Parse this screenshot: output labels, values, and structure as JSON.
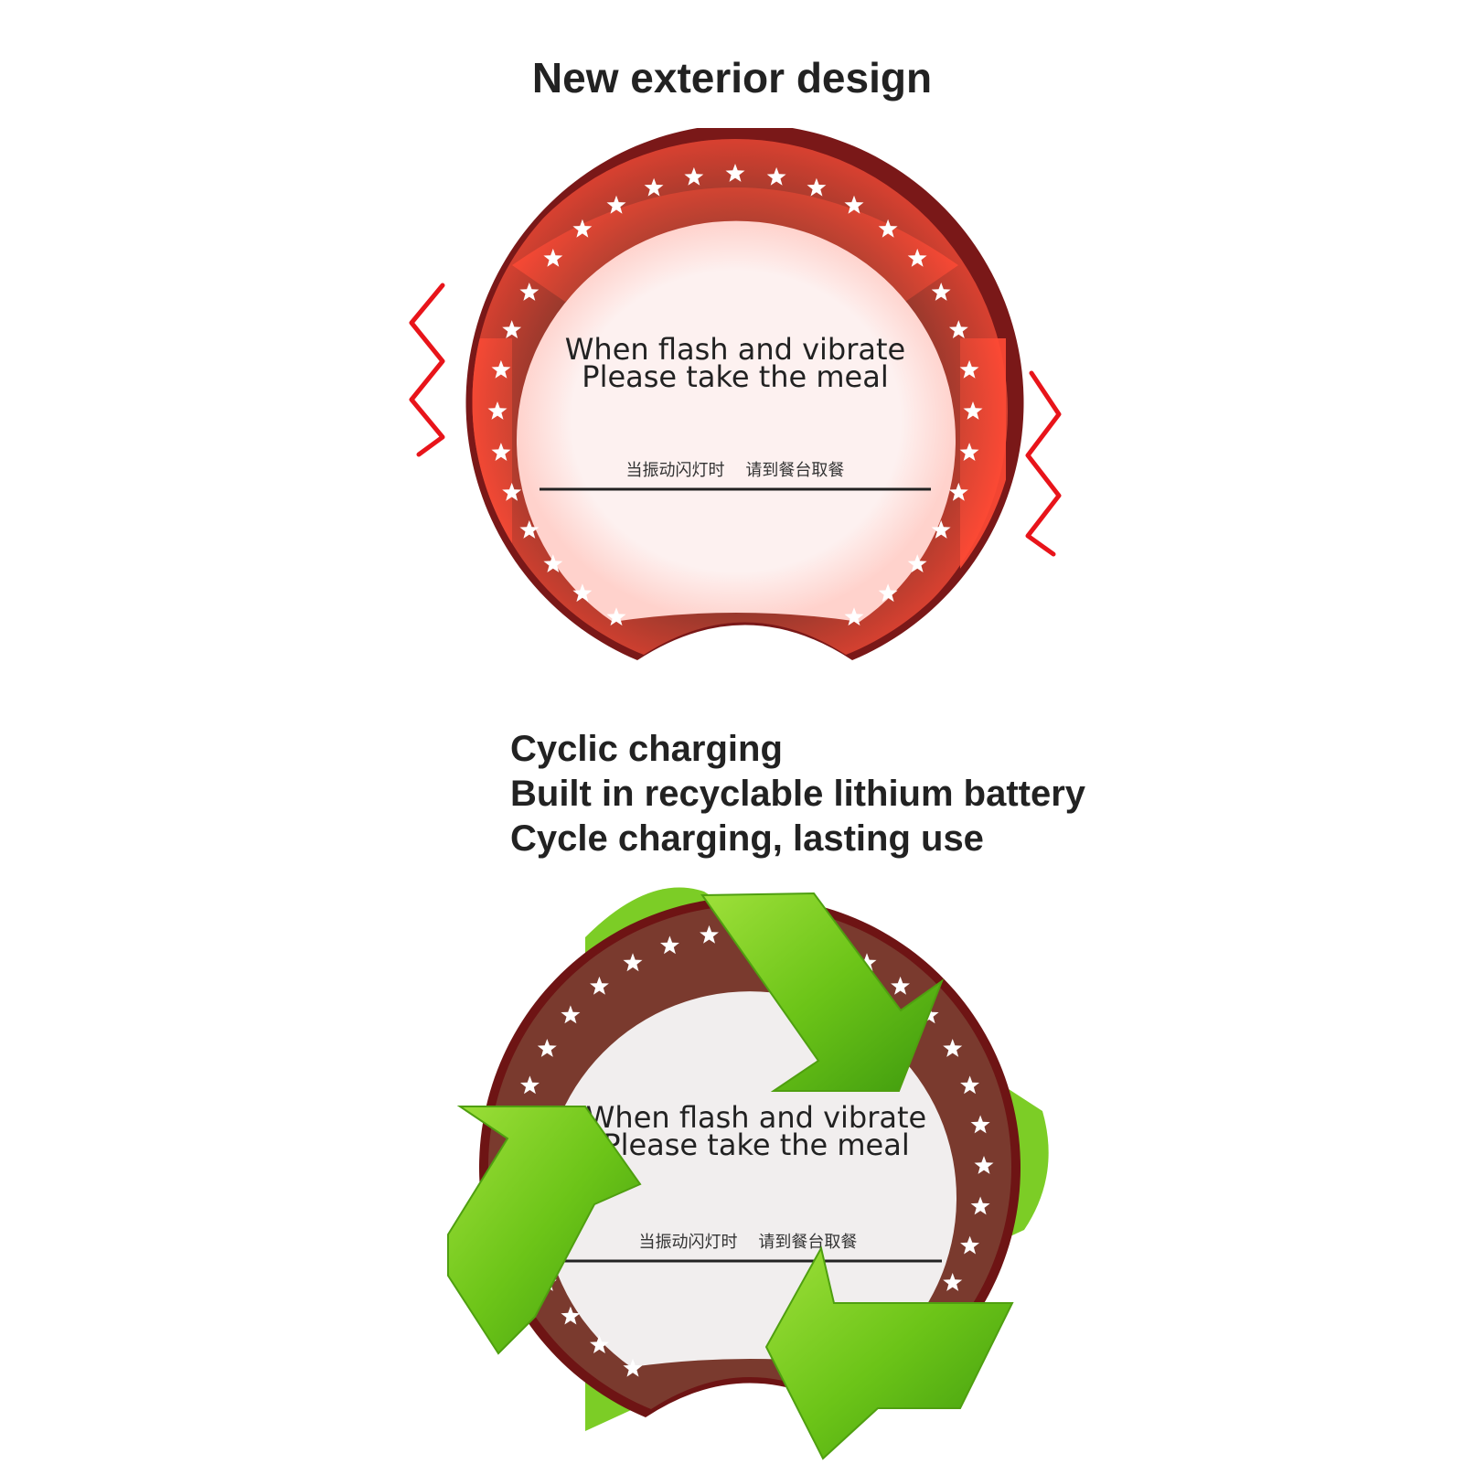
{
  "heading": "New exterior design",
  "device": {
    "message_line1": "When flash and vibrate",
    "message_line2": "Please take the meal",
    "message_chinese": "当振动闪灯时    请到餐台取餐"
  },
  "features": [
    "Cyclic charging",
    "Built in recyclable lithium battery",
    "Cycle charging, lasting use"
  ],
  "colors": {
    "ring_flash": "#ff4a35",
    "ring_brown": "#7a3a2e",
    "rim": "#7a1818",
    "vibration_zigzag": "#e8141a",
    "arrow_green": "#6cc418",
    "text": "#222222"
  },
  "icons": [
    "vibration-zigzag-icon",
    "star-icon",
    "recycle-arrows-icon"
  ]
}
